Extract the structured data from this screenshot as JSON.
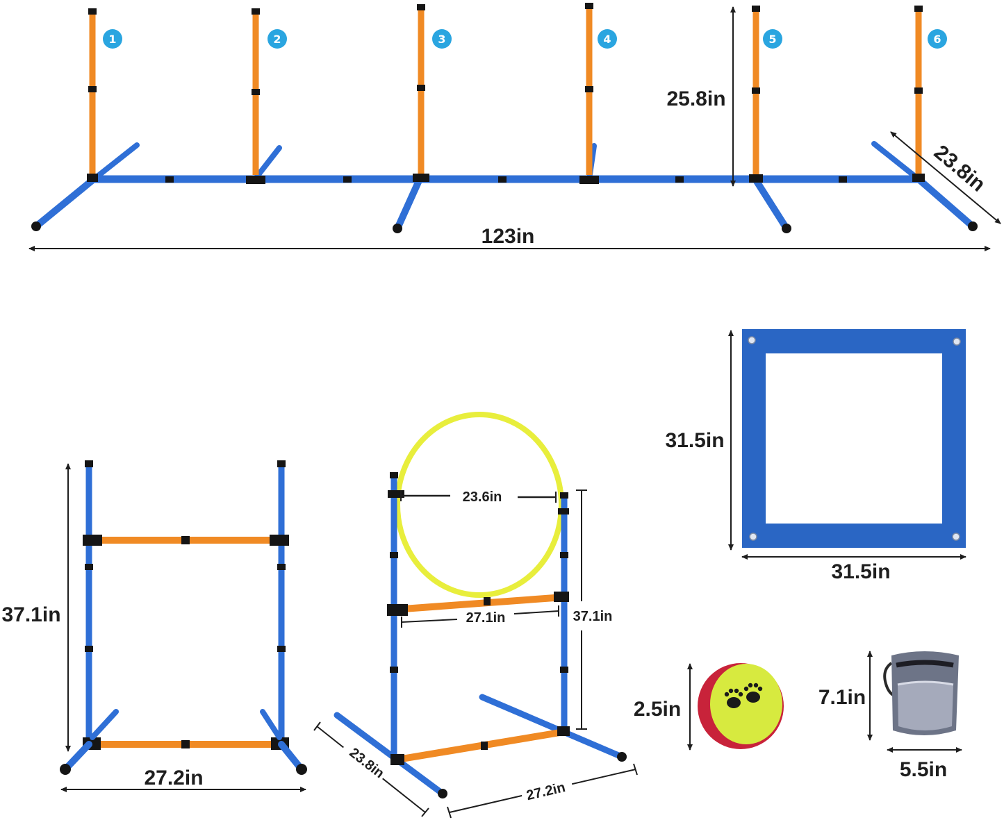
{
  "colors": {
    "pole_orange": "#f08a24",
    "pipe_blue": "#2f6fd6",
    "joint_black": "#151515",
    "hoop_yellow": "#e8ee3c",
    "panel_blue": "#2a66c4",
    "badge_blue": "#2aa5e0",
    "ball_red": "#c8233a",
    "ball_felt": "#d7ea3f",
    "pouch_gray": "#6d7487"
  },
  "weave_poles": {
    "badges": [
      "1",
      "2",
      "3",
      "4",
      "5",
      "6"
    ],
    "height_label": "25.8in",
    "length_label": "123in",
    "depth_label": "23.8in"
  },
  "hurdle": {
    "height_label": "37.1in",
    "width_label": "27.2in"
  },
  "hoop_jump": {
    "hoop_label": "23.6in",
    "bar_label": "27.1in",
    "height_label": "37.1in",
    "depth_label": "23.8in",
    "width_label": "27.2in"
  },
  "pause_box": {
    "height_label": "31.5in",
    "width_label": "31.5in"
  },
  "ball": {
    "size_label": "2.5in",
    "icon": "paw-print-icon"
  },
  "pouch": {
    "height_label": "7.1in",
    "width_label": "5.5in"
  }
}
